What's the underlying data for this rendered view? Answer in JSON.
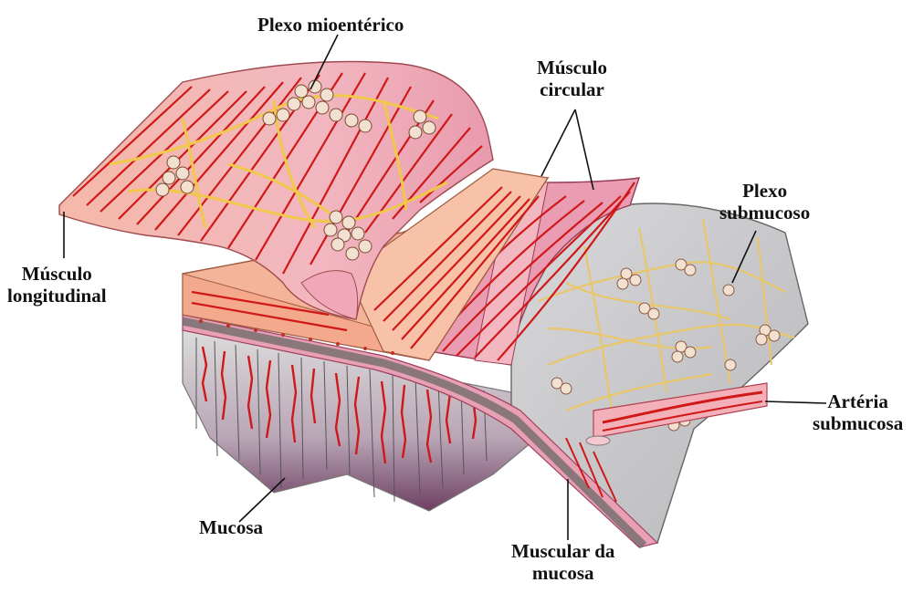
{
  "labels": {
    "plexo_mioenterico": "Plexo mioentérico",
    "musculo_circular": {
      "line1": "Músculo",
      "line2": "circular"
    },
    "plexo_submucoso": {
      "line1": "Plexo",
      "line2": "submucoso"
    },
    "musculo_longitudinal": {
      "line1": "Músculo",
      "line2": "longitudinal"
    },
    "arteria_submucosa": {
      "line1": "Artéria",
      "line2": "submucosa"
    },
    "mucosa": "Mucosa",
    "muscular_da_mucosa": {
      "line1": "Muscular da",
      "line2": "mucosa"
    }
  },
  "colors": {
    "muscle_pink": "#f2b0b8",
    "muscle_salmon": "#f4b49a",
    "fiber_red": "#d01818",
    "nerve_yellow": "#f0c84a",
    "submucosa_gray": "#cfcfd2",
    "mucosa_purple": "#8a5a7a"
  }
}
